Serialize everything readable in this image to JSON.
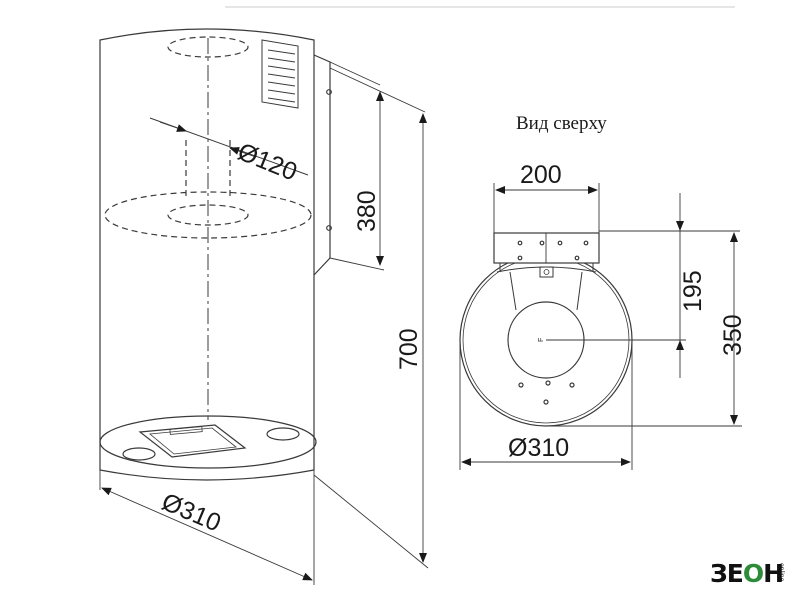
{
  "side_view": {
    "outlet_diameter": "Ø120",
    "bracket_height": "380",
    "total_height": "700",
    "body_diameter": "Ø310"
  },
  "top_view": {
    "title": "Вид сверху",
    "bracket_width": "200",
    "bracket_depth": "195",
    "total_depth": "350",
    "body_diameter": "Ø310"
  },
  "logo": {
    "text": "ЗЕОН",
    "suffix": "online",
    "color": "#2e8b3a"
  }
}
